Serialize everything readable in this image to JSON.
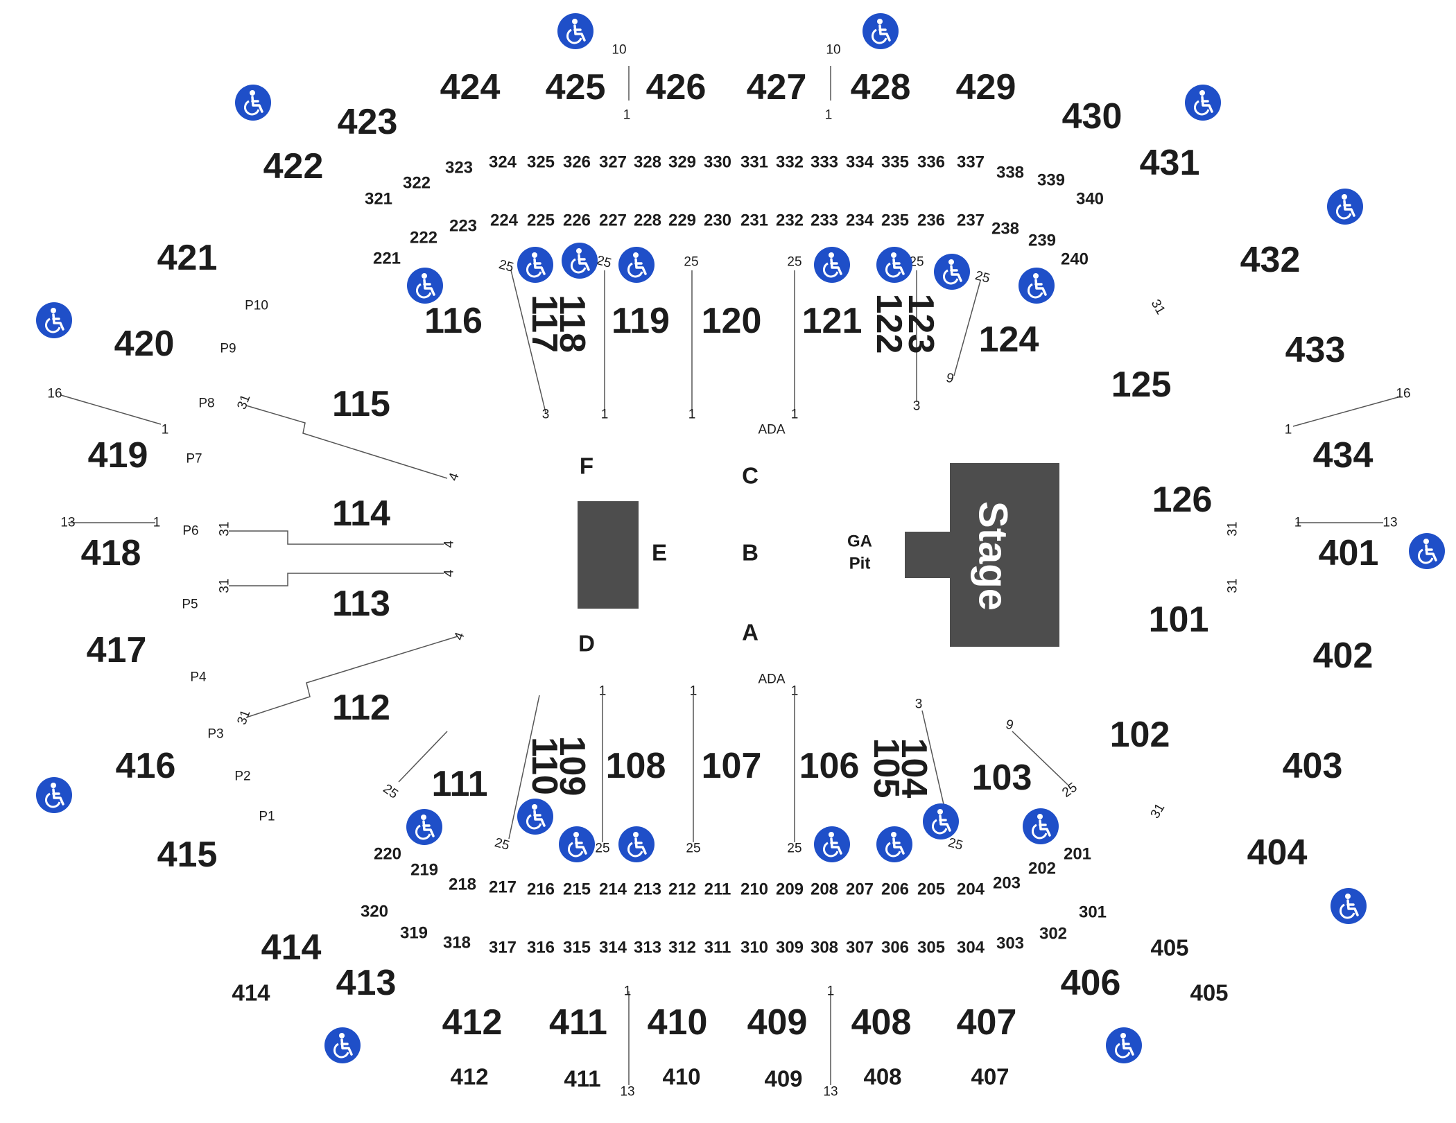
{
  "colors": {
    "ada": "#1f4fc8",
    "stage": "#4d4d4d",
    "text": "#1c1c1c"
  },
  "icons": {
    "ada": "wheelchair-icon"
  },
  "floor": {
    "stage_label": "Stage",
    "gapit_label": [
      "GA",
      "Pit"
    ],
    "letters": [
      "F",
      "E",
      "D",
      "C",
      "B",
      "A"
    ],
    "ada_label": "ADA"
  },
  "row_markers": [
    "10",
    "1",
    "10",
    "1",
    "25",
    "25",
    "25",
    "25",
    "25",
    "25",
    "3",
    "1",
    "1",
    "1",
    "3",
    "9",
    "1",
    "1",
    "1",
    "3",
    "9",
    "25",
    "25",
    "25",
    "25",
    "25",
    "25",
    "25",
    "16",
    "1",
    "13",
    "1",
    "16",
    "1",
    "1",
    "13",
    "31",
    "31",
    "31",
    "31",
    "31",
    "31",
    "31",
    "31",
    "4",
    "4",
    "4",
    "4",
    "13",
    "13",
    "1",
    "1"
  ],
  "sections": {
    "upper_400": [
      "424",
      "425",
      "426",
      "427",
      "428",
      "429",
      "423",
      "430",
      "422",
      "431",
      "421",
      "432",
      "420",
      "433",
      "419",
      "434",
      "418",
      "401",
      "417",
      "402",
      "416",
      "403",
      "415",
      "404",
      "414",
      "414",
      "413",
      "406",
      "405",
      "405",
      "412",
      "411",
      "410",
      "409",
      "408",
      "407",
      "412",
      "411",
      "410",
      "409",
      "408",
      "407"
    ],
    "level_300": [
      "323",
      "324",
      "325",
      "326",
      "327",
      "328",
      "329",
      "330",
      "331",
      "332",
      "333",
      "334",
      "335",
      "336",
      "337",
      "338",
      "339",
      "322",
      "340",
      "321",
      "320",
      "319",
      "318",
      "317",
      "316",
      "315",
      "314",
      "313",
      "312",
      "311",
      "310",
      "309",
      "308",
      "307",
      "306",
      "305",
      "304",
      "303",
      "302",
      "301"
    ],
    "level_200": [
      "224",
      "225",
      "226",
      "227",
      "228",
      "229",
      "230",
      "231",
      "232",
      "233",
      "234",
      "235",
      "236",
      "237",
      "223",
      "238",
      "222",
      "239",
      "221",
      "240",
      "220",
      "219",
      "218",
      "217",
      "216",
      "215",
      "214",
      "213",
      "212",
      "211",
      "210",
      "209",
      "208",
      "207",
      "206",
      "205",
      "204",
      "203",
      "202",
      "201"
    ],
    "lower_100": [
      "116",
      "117",
      "118",
      "119",
      "120",
      "121",
      "122",
      "123",
      "124",
      "115",
      "125",
      "114",
      "126",
      "113",
      "101",
      "112",
      "102",
      "111",
      "110",
      "109",
      "108",
      "107",
      "106",
      "105",
      "104",
      "103"
    ],
    "premium": [
      "P10",
      "P9",
      "P8",
      "P7",
      "P6",
      "P5",
      "P4",
      "P3",
      "P2",
      "P1"
    ]
  }
}
